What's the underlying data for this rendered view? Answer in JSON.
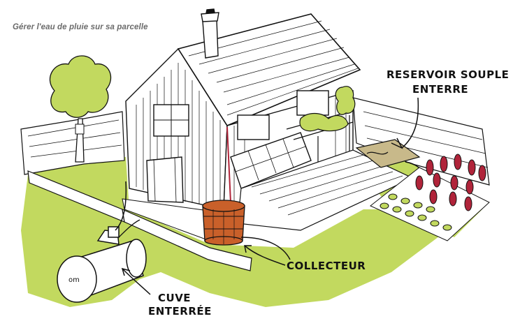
{
  "caption": "Gérer l'eau de pluie sur sa parcelle",
  "labels": {
    "reservoir_line1": "RESERVOIR SOUPLE",
    "reservoir_line2": "ENTERRE",
    "collector": "COLLECTEUR",
    "tank_line1": "CUVE",
    "tank_line2": "ENTERRÉE",
    "tank_marking": "om"
  },
  "colors": {
    "grass": "#c2d95f",
    "barrel": "#c9602a",
    "ink": "#111111",
    "tank": "#ffffff",
    "reservoir": "#c8b98a",
    "leaves": "#c2d95f",
    "vegetables": "#b0243a"
  }
}
